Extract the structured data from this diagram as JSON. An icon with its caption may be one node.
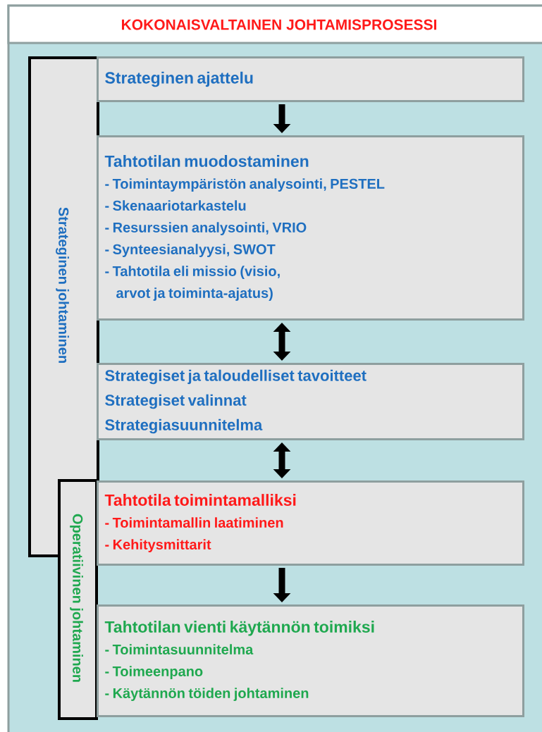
{
  "diagram": {
    "title": "KOKONAISVALTAINEN JOHTAMISPROSESSI",
    "nodes": [
      {
        "text": [
          "Strateginen johtaminen"
        ]
      },
      {
        "text": [
          "Operatiivinen johtaminen"
        ]
      },
      {
        "text": [
          "Strateginen ajattelu"
        ]
      },
      {
        "text": [
          "Tahtotilan muodostaminen",
          "- Toimintaympäristön analysointi, PESTEL",
          "- Skenaariotarkastelu",
          "- Resurssien analysointi, VRIO",
          "- Synteesianalyysi, SWOT",
          "- Tahtotila eli missio (visio, arvot ja toiminta-ajatus)"
        ]
      },
      {
        "text": [
          "Strategiset ja taloudelliset tavoitteet",
          "Strategiset valinnat",
          "Strategiasuunnitelma"
        ]
      },
      {
        "text": [
          "Tahtotila toimintamalliksi",
          "- Toimintamallin laatiminen",
          "- Kehitysmittarit"
        ]
      },
      {
        "text": [
          "Tahtotilan vienti käytännön toimiksi",
          "- Toimintasuunnitelma",
          "- Toimeenpano",
          "- Käytännön töiden johtaminen"
        ]
      }
    ],
    "edges": [
      {
        "from": 2,
        "to": 3,
        "arrow": "to"
      },
      {
        "from": 3,
        "to": 4,
        "arrow": "both"
      },
      {
        "from": 4,
        "to": 5,
        "arrow": "both"
      },
      {
        "from": 5,
        "to": 6,
        "arrow": "to"
      }
    ]
  }
}
